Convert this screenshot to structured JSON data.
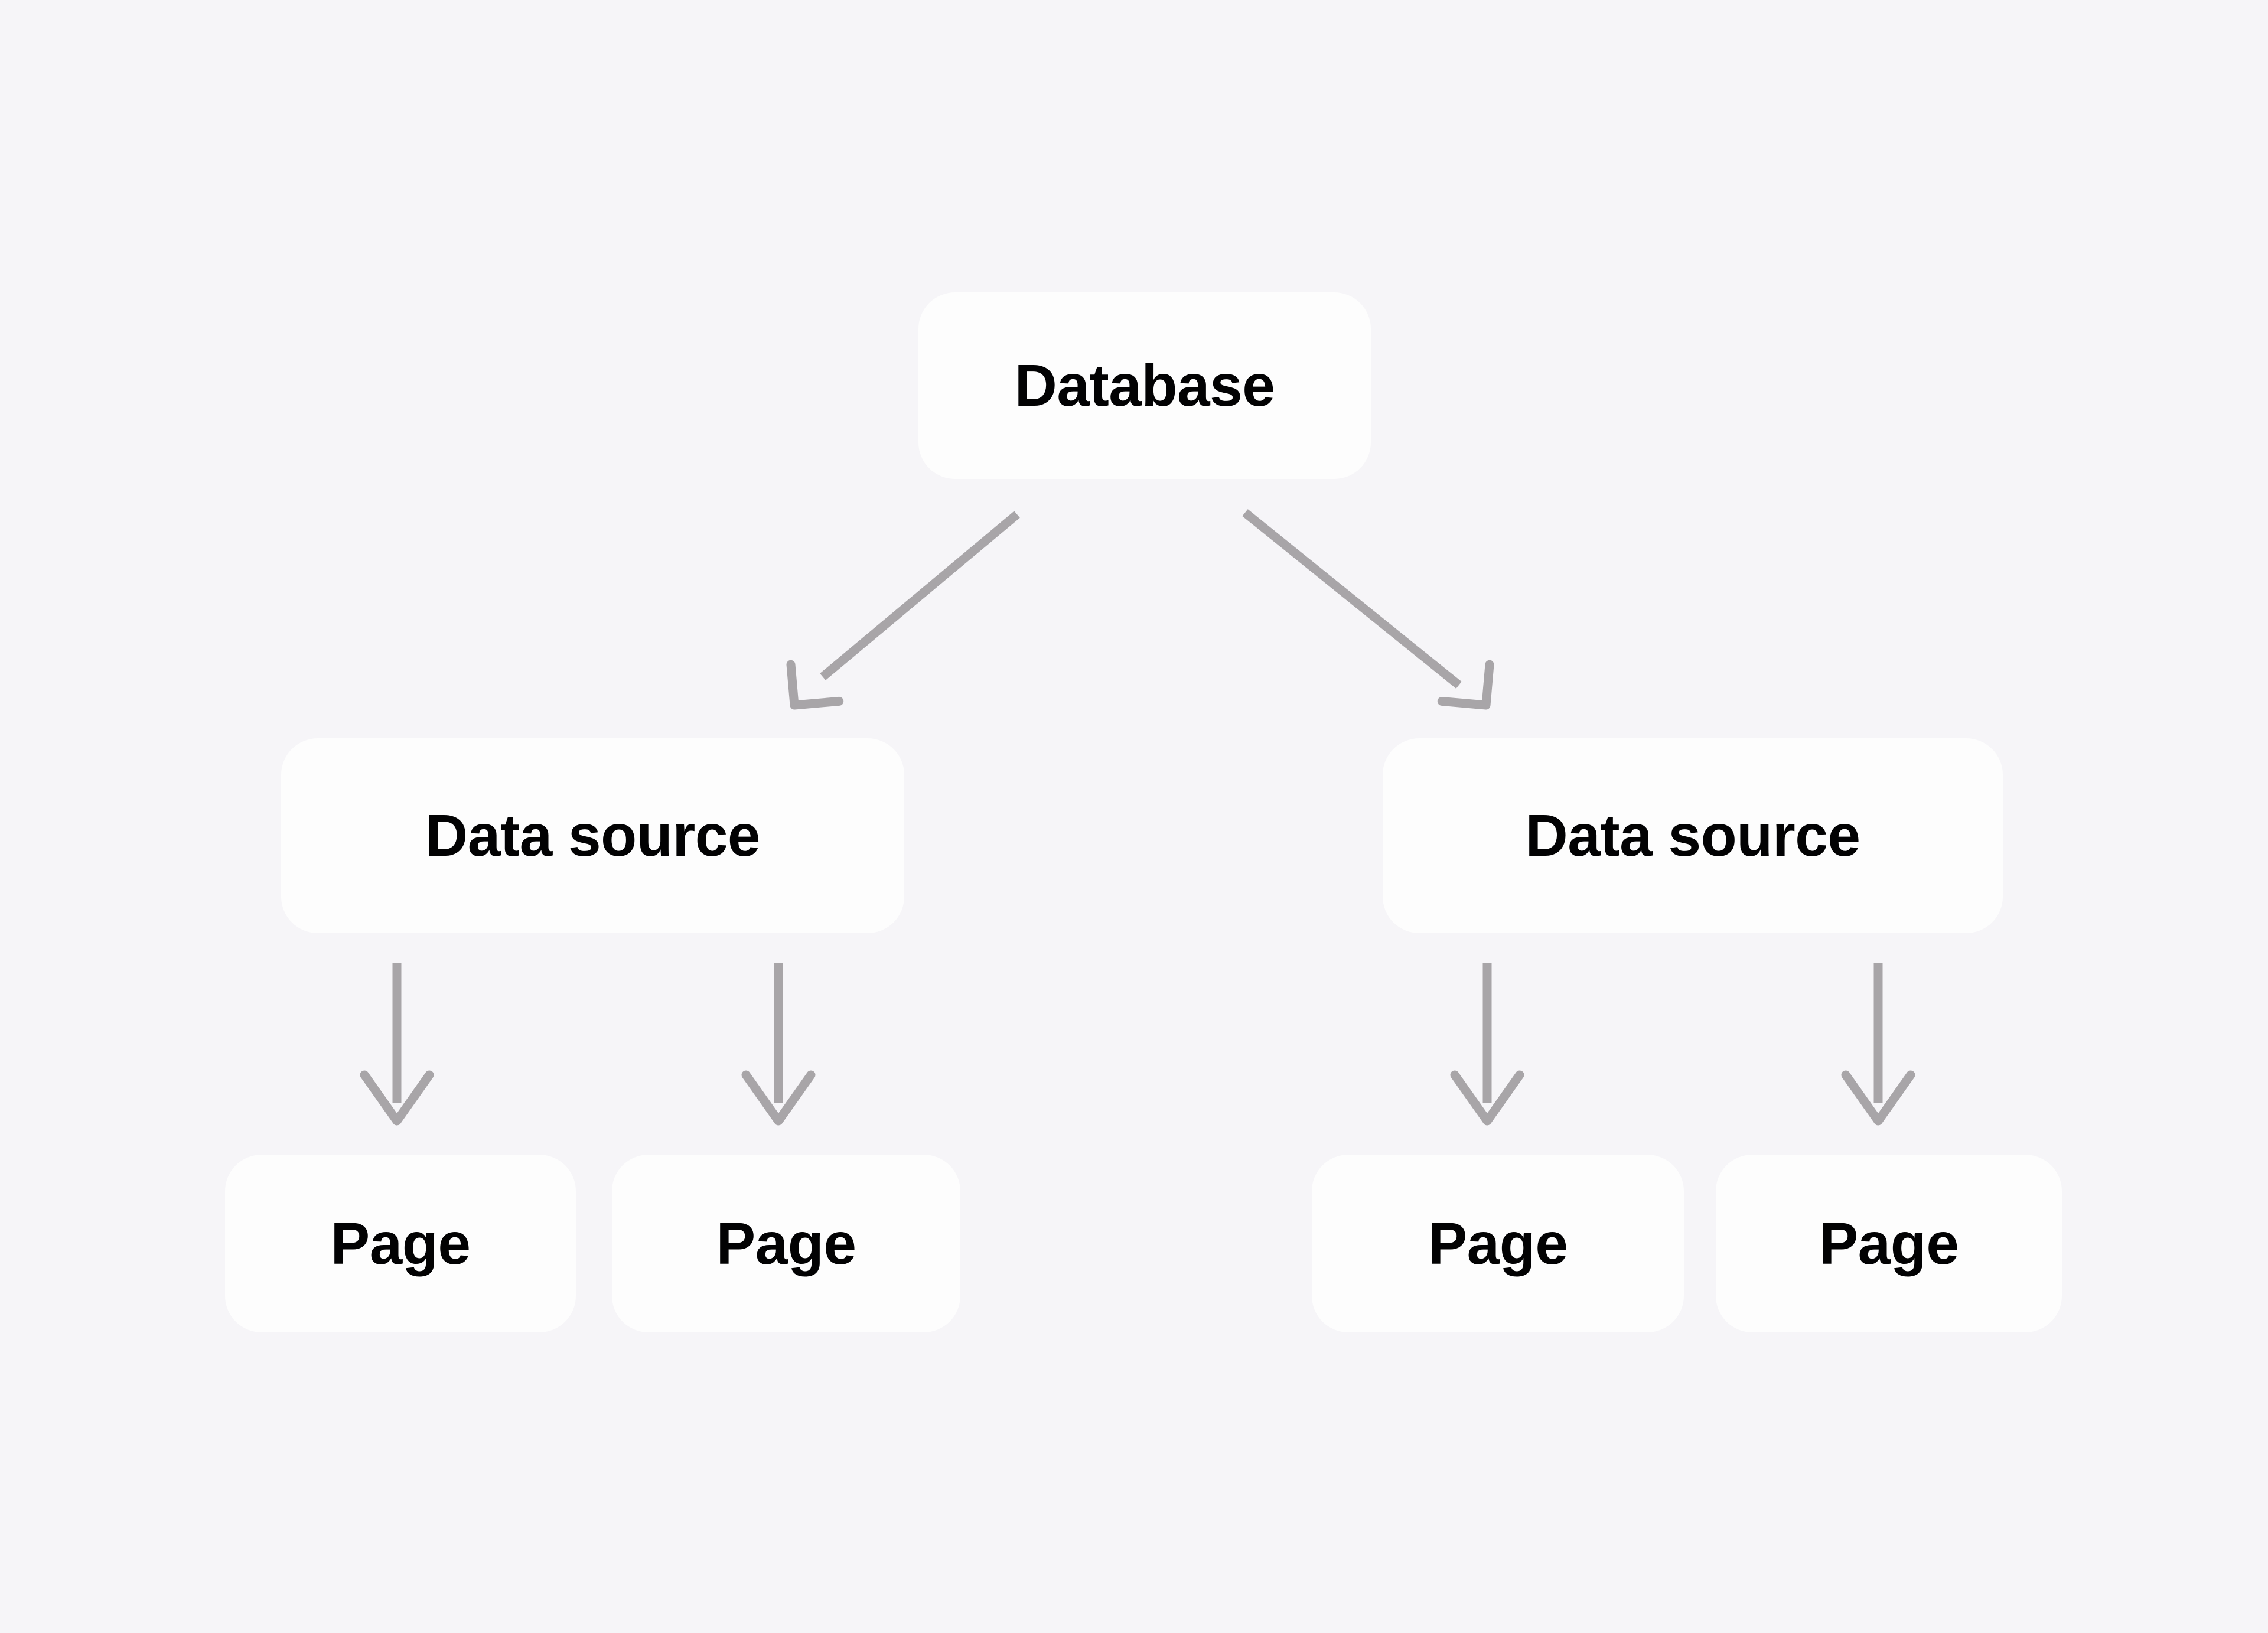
{
  "diagram": {
    "type": "tree",
    "background_color": "#f6f5f8",
    "node_fill_color": "#fdfdfd",
    "node_text_color": "#020203",
    "edge_color": "#a8a5a8",
    "nodes": [
      {
        "id": "database",
        "label": "Database",
        "level": 0
      },
      {
        "id": "data-source-1",
        "label": "Data source",
        "level": 1
      },
      {
        "id": "data-source-2",
        "label": "Data source",
        "level": 1
      },
      {
        "id": "page-1",
        "label": "Page",
        "level": 2
      },
      {
        "id": "page-2",
        "label": "Page",
        "level": 2
      },
      {
        "id": "page-3",
        "label": "Page",
        "level": 2
      },
      {
        "id": "page-4",
        "label": "Page",
        "level": 2
      }
    ],
    "edges": [
      {
        "from": "database",
        "to": "data-source-1",
        "style": "diagonal-arrow"
      },
      {
        "from": "database",
        "to": "data-source-2",
        "style": "diagonal-arrow"
      },
      {
        "from": "data-source-1",
        "to": "page-1",
        "style": "vertical-arrow"
      },
      {
        "from": "data-source-1",
        "to": "page-2",
        "style": "vertical-arrow"
      },
      {
        "from": "data-source-2",
        "to": "page-3",
        "style": "vertical-arrow"
      },
      {
        "from": "data-source-2",
        "to": "page-4",
        "style": "vertical-arrow"
      }
    ]
  }
}
